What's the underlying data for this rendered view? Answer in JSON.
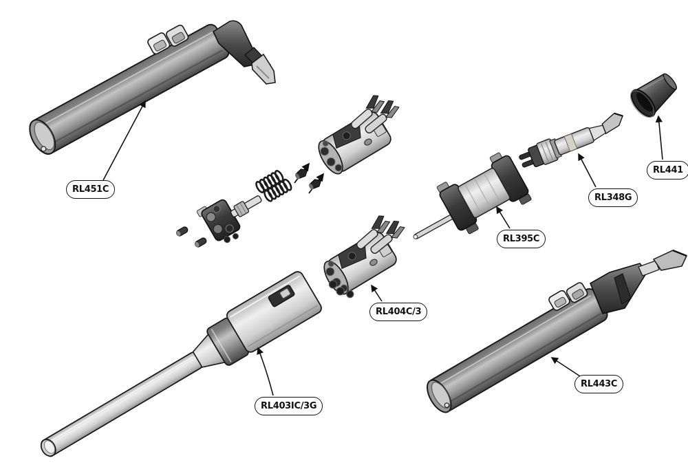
{
  "diagram": {
    "kind": "exploded-parts-diagram",
    "background": "#ffffff",
    "outline_color": "#1a1a1a",
    "body_gray": "#9a9a9a",
    "light_gray": "#d9d9d9",
    "dark_gray": "#3a3a3a"
  },
  "parts": [
    {
      "id": "rl451c",
      "label": "RL451C",
      "shape": "angled-spray-handpiece"
    },
    {
      "id": "rl441",
      "label": "RL441",
      "shape": "nozzle-cone"
    },
    {
      "id": "rl348g",
      "label": "RL348G",
      "shape": "syringe-tip-assembly"
    },
    {
      "id": "rl395c",
      "label": "RL395C",
      "shape": "valve-cartridge-with-needle"
    },
    {
      "id": "rl404c3",
      "label": "RL404C/3",
      "shape": "valve-block-with-levers"
    },
    {
      "id": "rl403ic3g",
      "label": "RL403IC/3G",
      "shape": "straight-handpiece"
    },
    {
      "id": "rl443c",
      "label": "RL443C",
      "shape": "tapered-handpiece"
    }
  ]
}
